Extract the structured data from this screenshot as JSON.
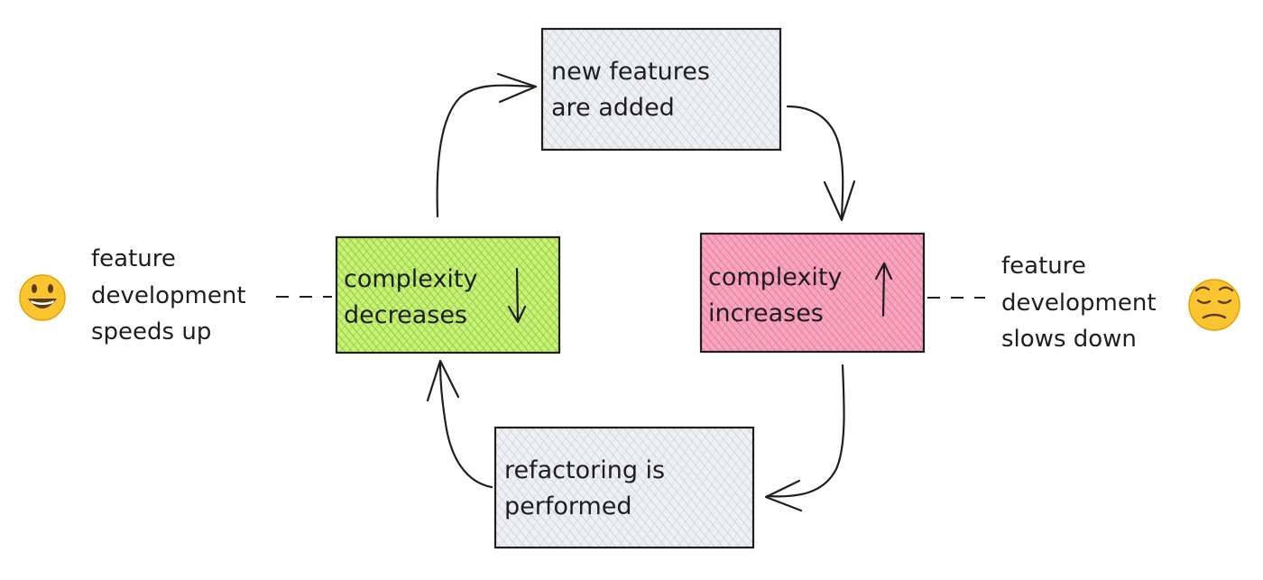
{
  "boxes": {
    "top": {
      "line1": "new features",
      "line2": "are added",
      "fill": "#e9ebef"
    },
    "left": {
      "line1": "complexity",
      "line2": "decreases",
      "fill": "#b2f2bb",
      "hatch": "#7ec322"
    },
    "right": {
      "line1": "complexity",
      "line2": "increases",
      "fill": "#fcc2d7",
      "hatch": "#e8628e"
    },
    "bottom": {
      "line1": "refactoring is",
      "line2": "performed",
      "fill": "#e9ebef"
    }
  },
  "left_note": {
    "line1": "feature",
    "line2": "development",
    "line3": "speeds up",
    "emoji_icon": "grinning-face-icon"
  },
  "right_note": {
    "line1": "feature",
    "line2": "development",
    "line3": "slows down",
    "emoji_icon": "pensive-face-icon"
  },
  "colors": {
    "stroke": "#1e1e1e",
    "grey_hatch": "#b9bcc4",
    "emoji": "#fbc531",
    "emoji_dark": "#e6a100"
  }
}
